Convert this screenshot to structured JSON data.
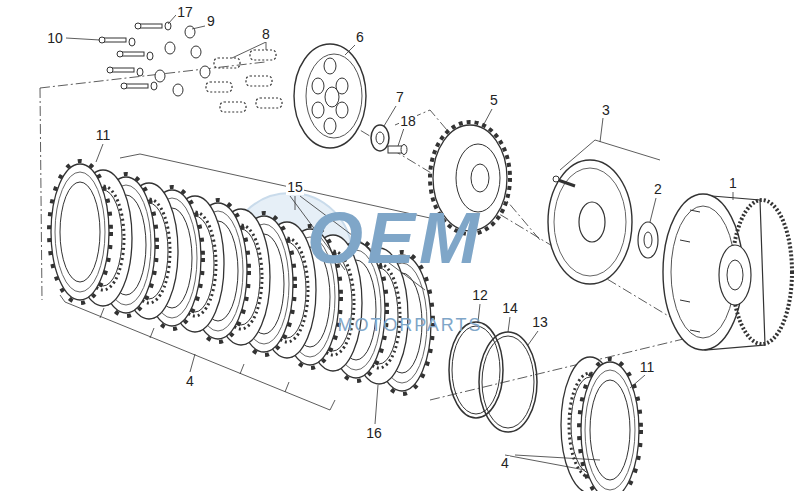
{
  "diagram": {
    "labels": [
      "17",
      "9",
      "10",
      "8",
      "6",
      "7",
      "18",
      "5",
      "3",
      "2",
      "1",
      "11",
      "15",
      "12",
      "14",
      "13",
      "16",
      "4",
      "11",
      "4",
      "OEM",
      "MOTORPARTS"
    ]
  }
}
